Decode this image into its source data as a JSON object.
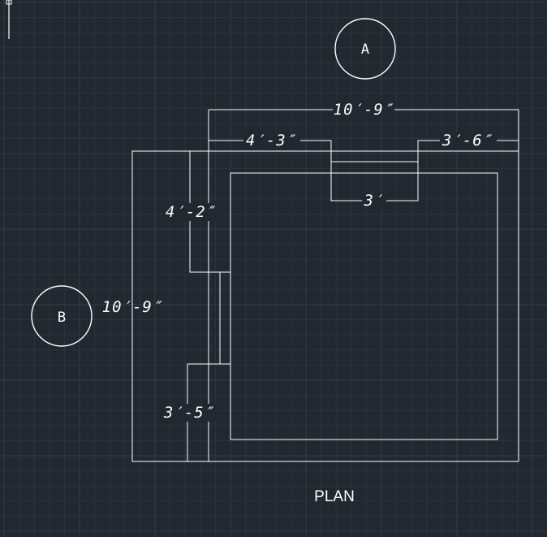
{
  "bubbles": {
    "a": "A",
    "b": "B"
  },
  "dimensions": {
    "overall_width": "10′-9″",
    "left_segment": "4′-3″",
    "right_segment": "3′-6″",
    "opening": "3′",
    "overall_height": "10′-9″",
    "upper_left_segment": "4′-2″",
    "lower_left_segment": "3′-5″"
  },
  "title": "PLAN",
  "colors": {
    "background": "#212830",
    "linework": "#ffffff",
    "grid": "#2b333d"
  }
}
